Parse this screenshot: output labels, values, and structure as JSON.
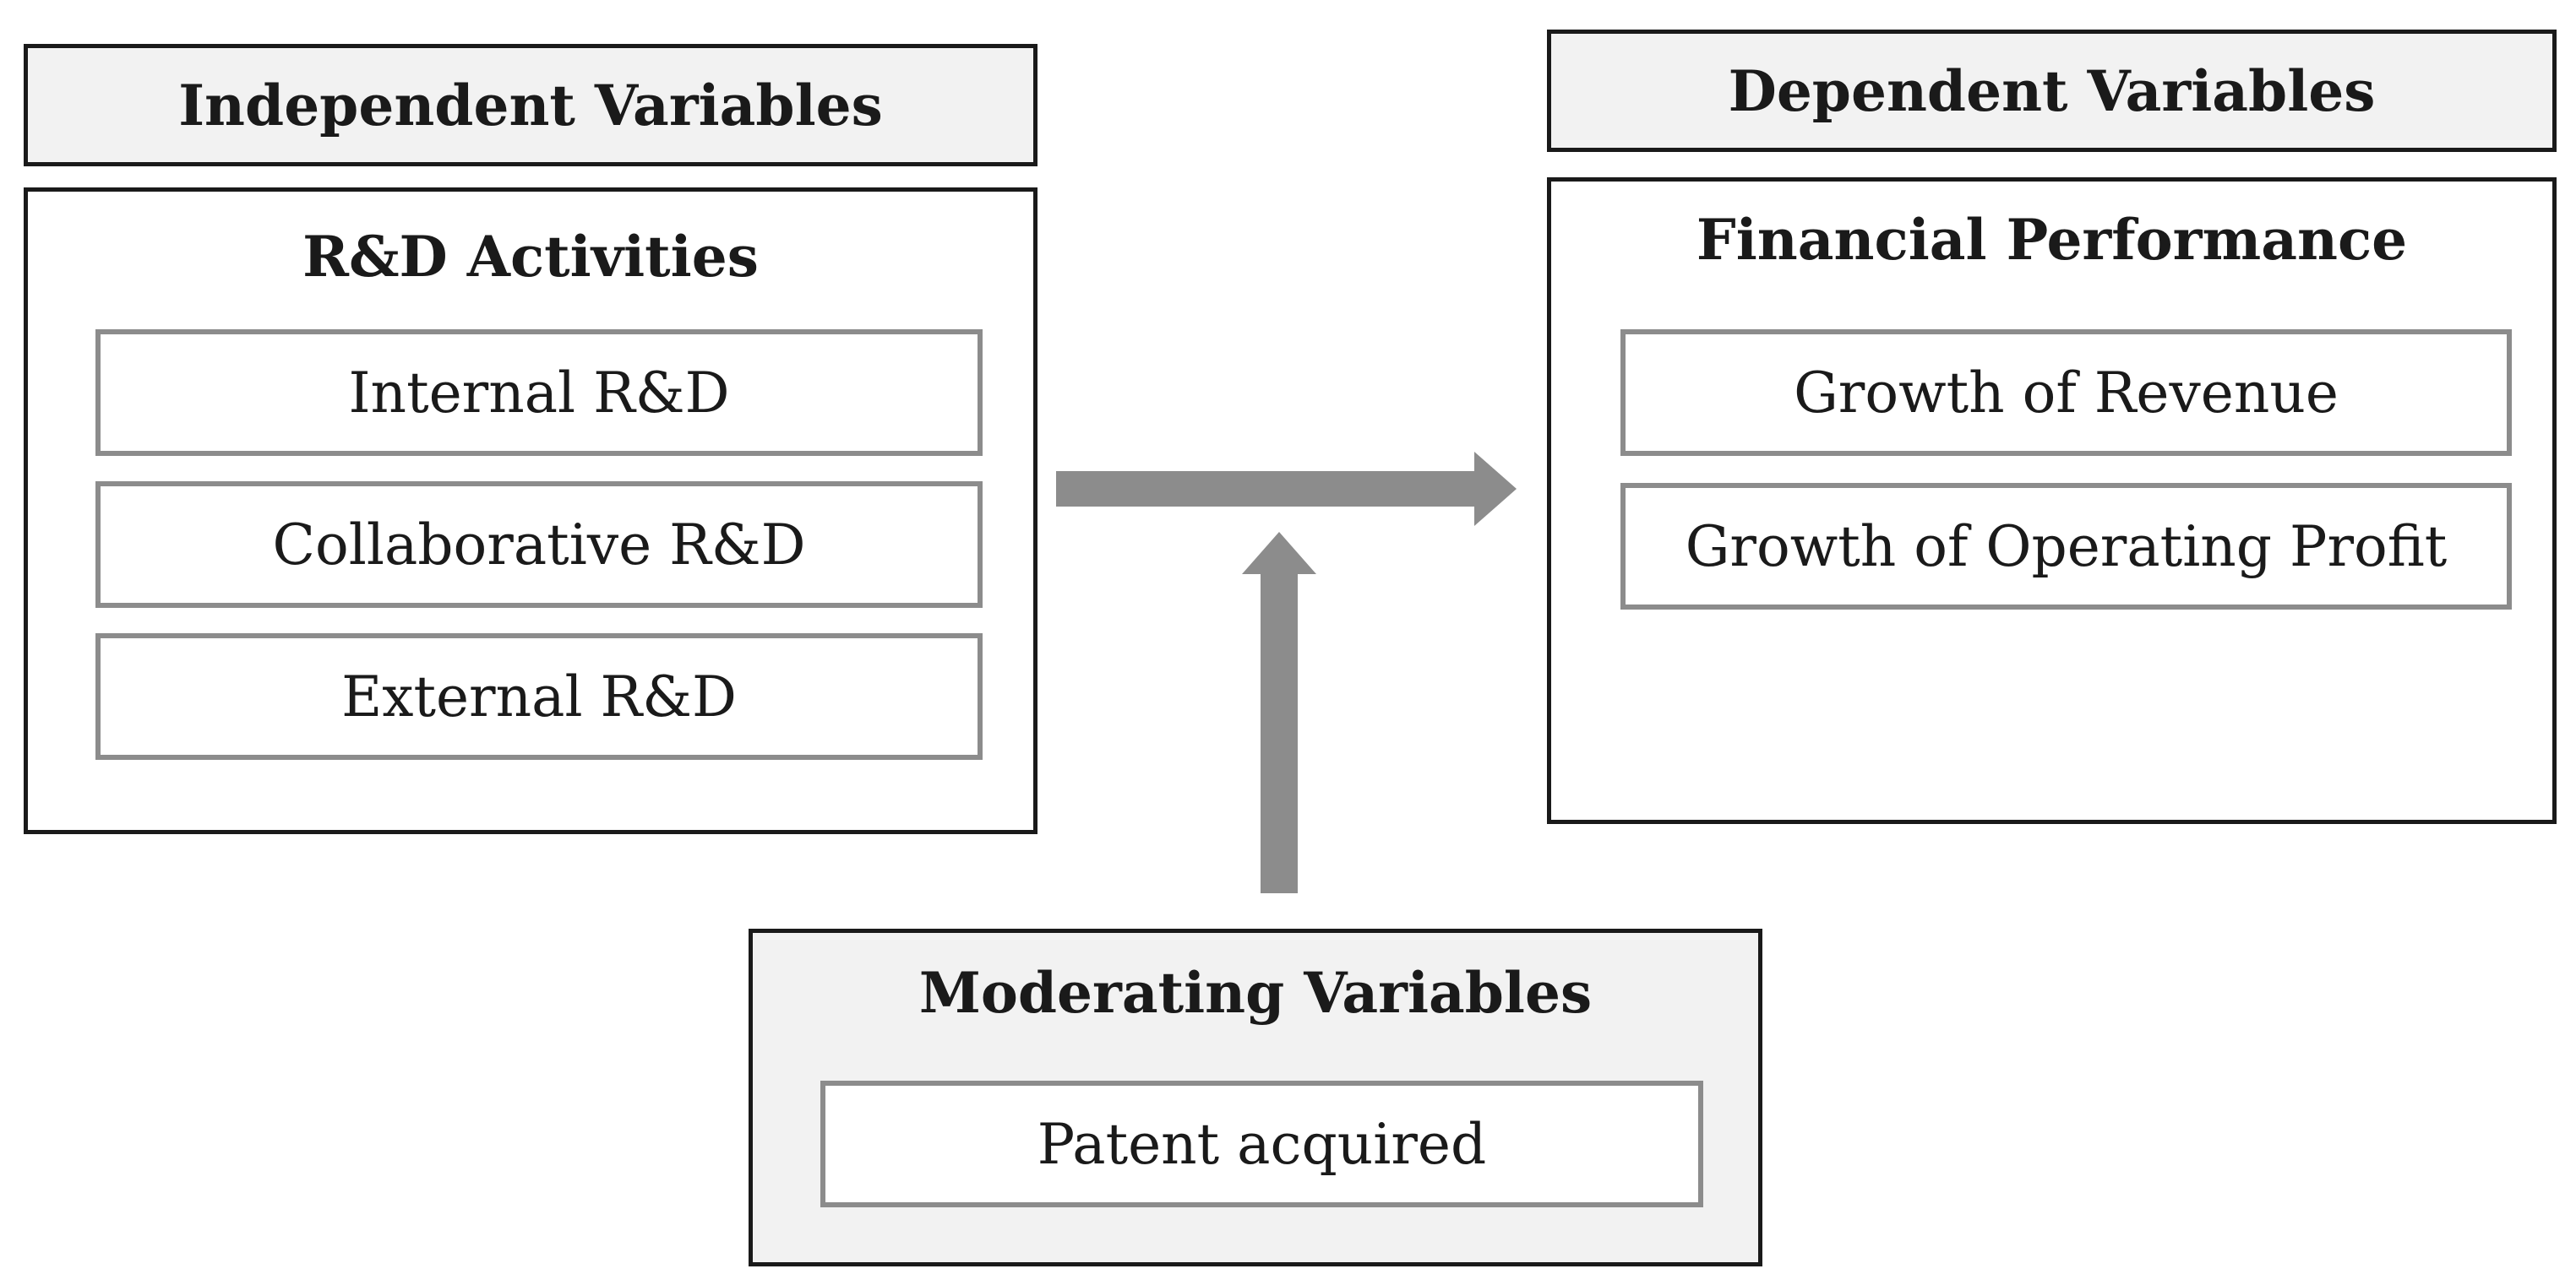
{
  "independent": {
    "header": "Independent Variables",
    "group_title": "R&D Activities",
    "items": [
      "Internal R&D",
      "Collaborative R&D",
      "External R&D"
    ]
  },
  "dependent": {
    "header": "Dependent Variables",
    "group_title": "Financial Performance",
    "items": [
      "Growth of Revenue",
      "Growth of Operating Profit"
    ]
  },
  "moderating": {
    "group_title": "Moderating Variables",
    "items": [
      "Patent acquired"
    ]
  },
  "colors": {
    "arrow": "#8c8c8c",
    "header_fill": "#f2f2f2",
    "border": "#1a1a1a",
    "item_border": "#8c8c8c"
  }
}
